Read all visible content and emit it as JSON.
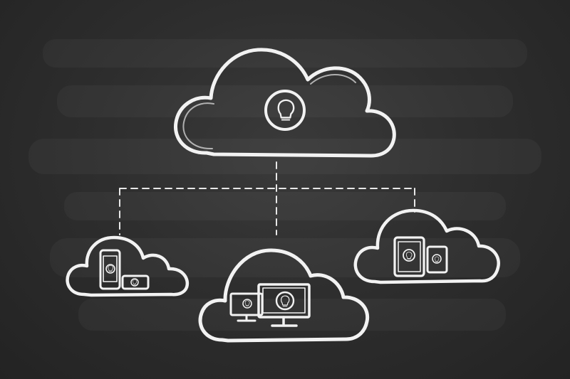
{
  "diagram": {
    "background": "chalkboard",
    "chalk_color": "#f2f2f2",
    "board_color": "#2e2e2e",
    "nodes": [
      {
        "id": "central-cloud",
        "icon": "lightbulb-icon"
      },
      {
        "id": "phone-cloud",
        "icons": [
          "smartphone-icon",
          "phone-landscape-icon"
        ]
      },
      {
        "id": "desktop-cloud",
        "icons": [
          "monitor-small-icon",
          "monitor-large-icon"
        ]
      },
      {
        "id": "tablet-cloud",
        "icons": [
          "tablet-icon",
          "tablet-small-icon"
        ]
      }
    ],
    "connections": [
      {
        "from": "central-cloud",
        "to": "phone-cloud",
        "style": "dashed"
      },
      {
        "from": "central-cloud",
        "to": "desktop-cloud",
        "style": "dashed"
      },
      {
        "from": "central-cloud",
        "to": "tablet-cloud",
        "style": "dashed"
      }
    ]
  }
}
